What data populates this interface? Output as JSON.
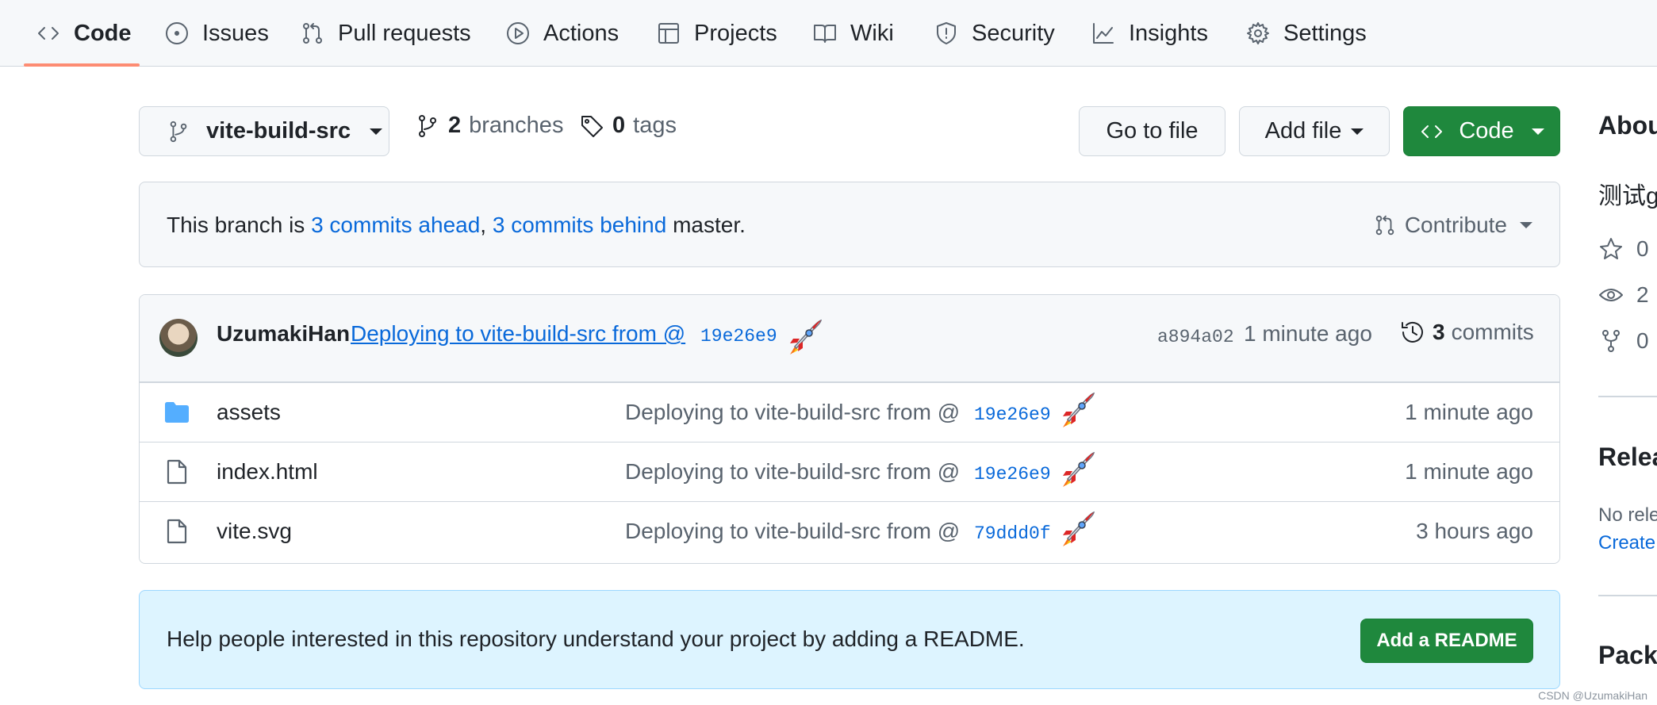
{
  "nav": {
    "tabs": [
      {
        "label": "Code",
        "icon": "code-icon"
      },
      {
        "label": "Issues",
        "icon": "issue-opened-icon"
      },
      {
        "label": "Pull requests",
        "icon": "git-pull-request-icon"
      },
      {
        "label": "Actions",
        "icon": "play-icon"
      },
      {
        "label": "Projects",
        "icon": "table-icon"
      },
      {
        "label": "Wiki",
        "icon": "book-icon"
      },
      {
        "label": "Security",
        "icon": "shield-icon"
      },
      {
        "label": "Insights",
        "icon": "graph-icon"
      },
      {
        "label": "Settings",
        "icon": "gear-icon"
      }
    ],
    "active": "Code",
    "accent_color": "#fd8c73"
  },
  "file_nav": {
    "branch": "vite-build-src",
    "branches_count": "2",
    "branches_label": "branches",
    "tags_count": "0",
    "tags_label": "tags",
    "go_to_file": "Go to file",
    "add_file": "Add file",
    "code_button": "Code"
  },
  "branch_info": {
    "prefix": "This branch is ",
    "ahead": "3 commits ahead",
    "separator": ", ",
    "behind": "3 commits behind",
    "suffix": " master.",
    "contribute": "Contribute"
  },
  "latest_commit": {
    "author": "UzumakiHan",
    "message": "Deploying to vite-build-src from @",
    "message_sha": "19e26e9",
    "sha": "a894a02",
    "time": "1 minute ago",
    "commits_count": "3",
    "commits_label": "commits"
  },
  "files": [
    {
      "name": "assets",
      "type": "folder",
      "message": "Deploying to vite-build-src from @",
      "sha": "19e26e9",
      "time": "1 minute ago"
    },
    {
      "name": "index.html",
      "type": "file",
      "message": "Deploying to vite-build-src from @",
      "sha": "19e26e9",
      "time": "1 minute ago"
    },
    {
      "name": "vite.svg",
      "type": "file",
      "message": "Deploying to vite-build-src from @",
      "sha": "79ddd0f",
      "time": "3 hours ago"
    }
  ],
  "readme_banner": {
    "text": "Help people interested in this repository understand your project by adding a README.",
    "button": "Add a README"
  },
  "sidebar": {
    "about_heading": "Abou",
    "description": "测试g",
    "stars": "0",
    "watchers": "2",
    "forks": "0",
    "releases_heading": "Relea",
    "no_releases": "No rele",
    "create_link": "Create",
    "packages_heading": "Packa"
  },
  "watermark": "CSDN @UzumakiHan",
  "colors": {
    "primary_green": "#1f883d",
    "link_blue": "#0969da",
    "banner_bg": "#ddf4ff",
    "folder_blue": "#54aeff"
  }
}
